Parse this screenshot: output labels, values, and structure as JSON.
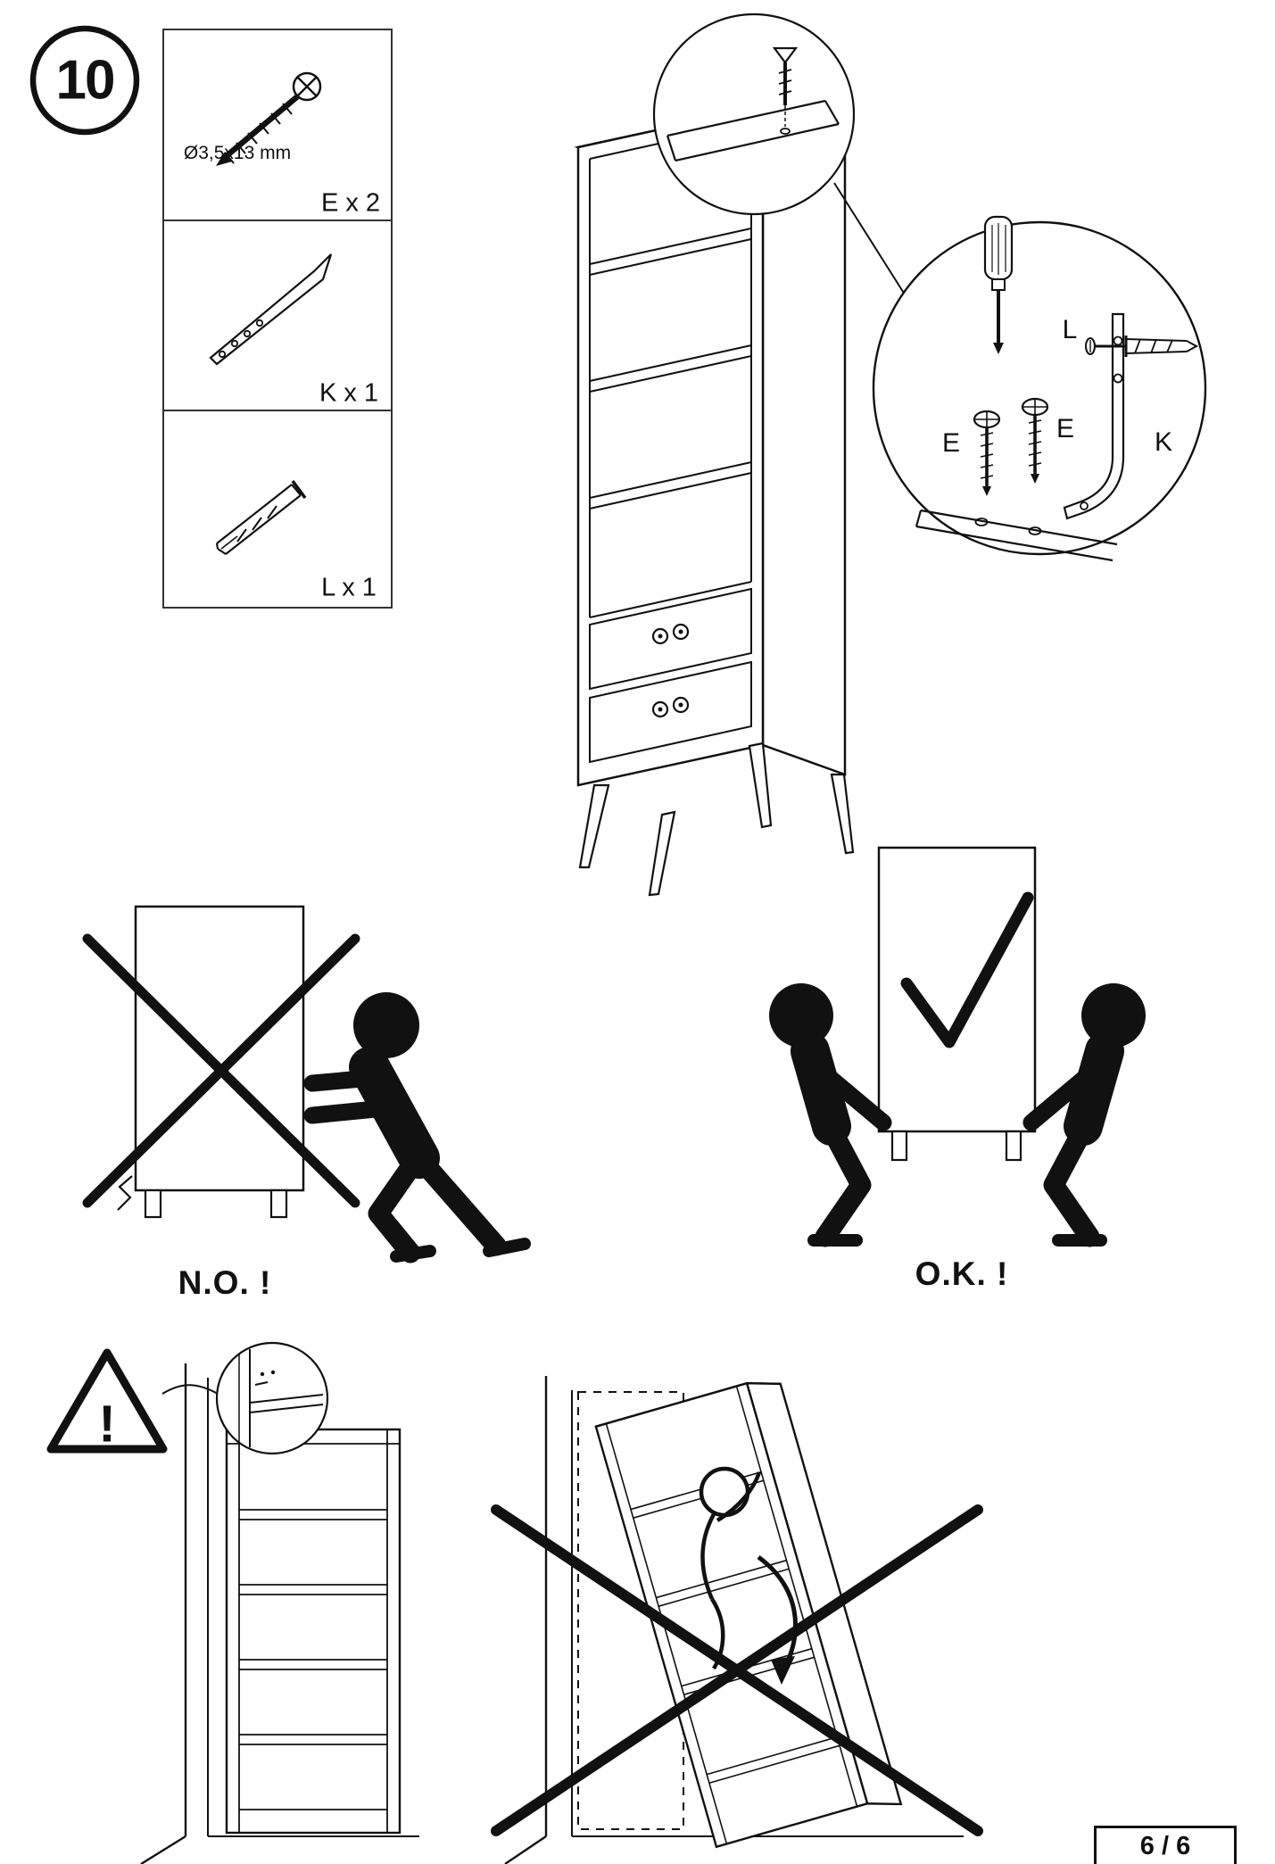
{
  "step": {
    "number": "10"
  },
  "parts_list": [
    {
      "icon": "countersunk-screw-icon",
      "dimension": "Ø3,5x13 mm",
      "quantity_label": "E x 2"
    },
    {
      "icon": "anti-tip-strap-icon",
      "quantity_label": "K x 1"
    },
    {
      "icon": "wall-plug-icon",
      "quantity_label": "L x 1"
    }
  ],
  "detail_view": {
    "tool_icon": "screwdriver-icon",
    "labels": {
      "wall_plug": "L",
      "screw_left": "E",
      "screw_right": "E",
      "bracket": "K"
    }
  },
  "safety": {
    "no_caption": "N.O. !",
    "ok_caption": "O.K. !",
    "warning_mark": "!"
  },
  "footer": {
    "page_indicator": "6 / 6"
  },
  "colors": {
    "ink": "#111111",
    "paper": "#ffffff"
  }
}
